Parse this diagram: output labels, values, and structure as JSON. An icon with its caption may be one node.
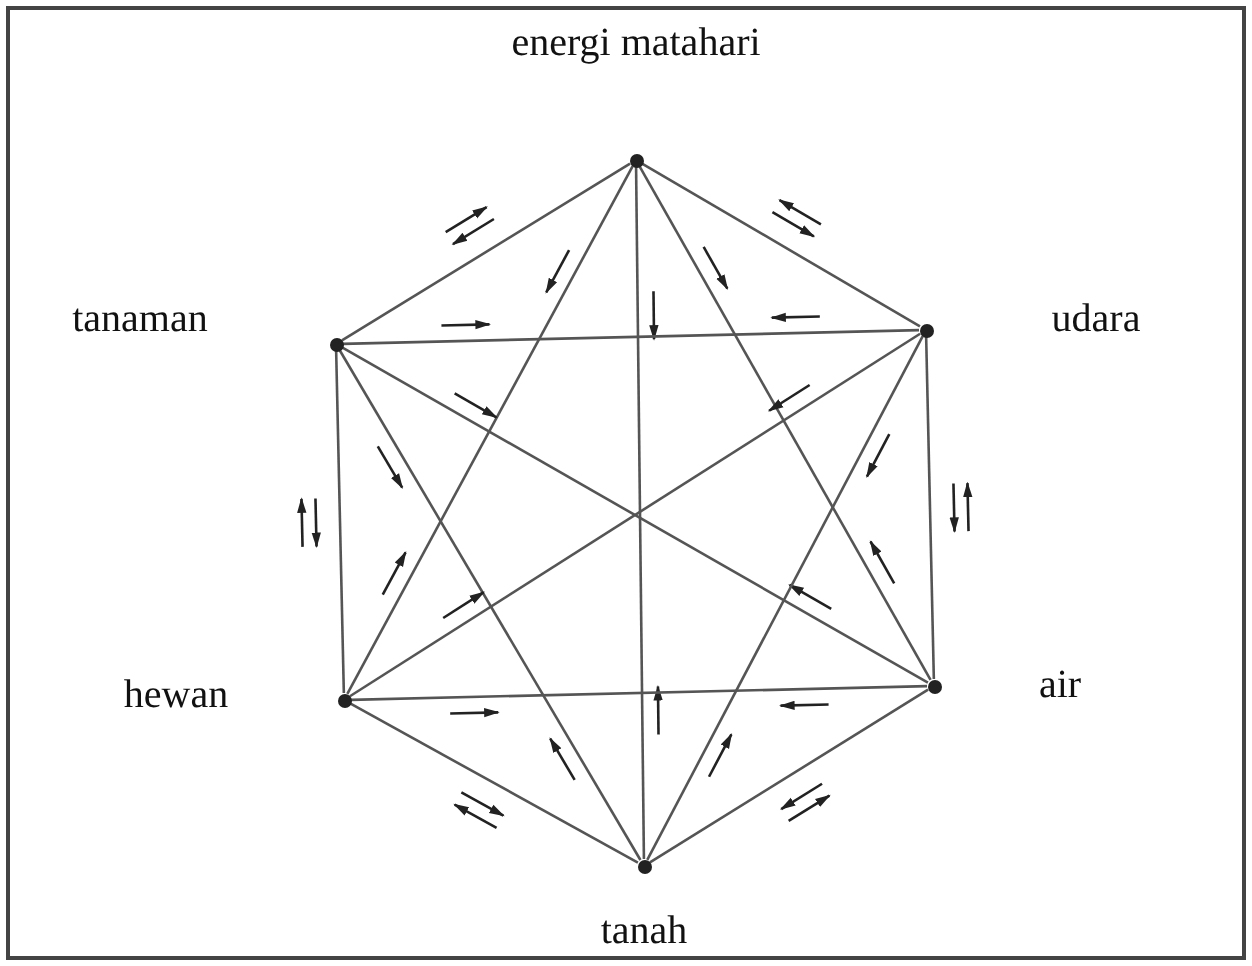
{
  "diagram": {
    "nodes": [
      {
        "text": [],
        "shape": "circle",
        "beside": [
          "energi matahari"
        ]
      },
      {
        "text": [],
        "shape": "circle",
        "beside": [
          "tanaman"
        ]
      },
      {
        "text": [],
        "shape": "circle",
        "beside": [
          "udara"
        ]
      },
      {
        "text": [],
        "shape": "circle",
        "beside": [
          "hewan"
        ]
      },
      {
        "text": [],
        "shape": "circle",
        "beside": [
          "air"
        ]
      },
      {
        "text": [],
        "shape": "circle",
        "beside": [
          "tanah"
        ]
      }
    ],
    "edges": [
      {
        "from": 0,
        "to": 1,
        "arrow": "none"
      },
      {
        "from": 0,
        "to": 2,
        "arrow": "none"
      },
      {
        "from": 1,
        "to": 3,
        "arrow": "none"
      },
      {
        "from": 2,
        "to": 4,
        "arrow": "none"
      },
      {
        "from": 3,
        "to": 5,
        "arrow": "none"
      },
      {
        "from": 4,
        "to": 5,
        "arrow": "none"
      },
      {
        "from": 0,
        "to": 3,
        "arrow": "none"
      },
      {
        "from": 0,
        "to": 4,
        "arrow": "none"
      },
      {
        "from": 0,
        "to": 5,
        "arrow": "none"
      },
      {
        "from": 1,
        "to": 2,
        "arrow": "none"
      },
      {
        "from": 1,
        "to": 4,
        "arrow": "none"
      },
      {
        "from": 1,
        "to": 5,
        "arrow": "none"
      },
      {
        "from": 2,
        "to": 3,
        "arrow": "none"
      },
      {
        "from": 2,
        "to": 5,
        "arrow": "none"
      },
      {
        "from": 3,
        "to": 4,
        "arrow": "none"
      }
    ]
  }
}
